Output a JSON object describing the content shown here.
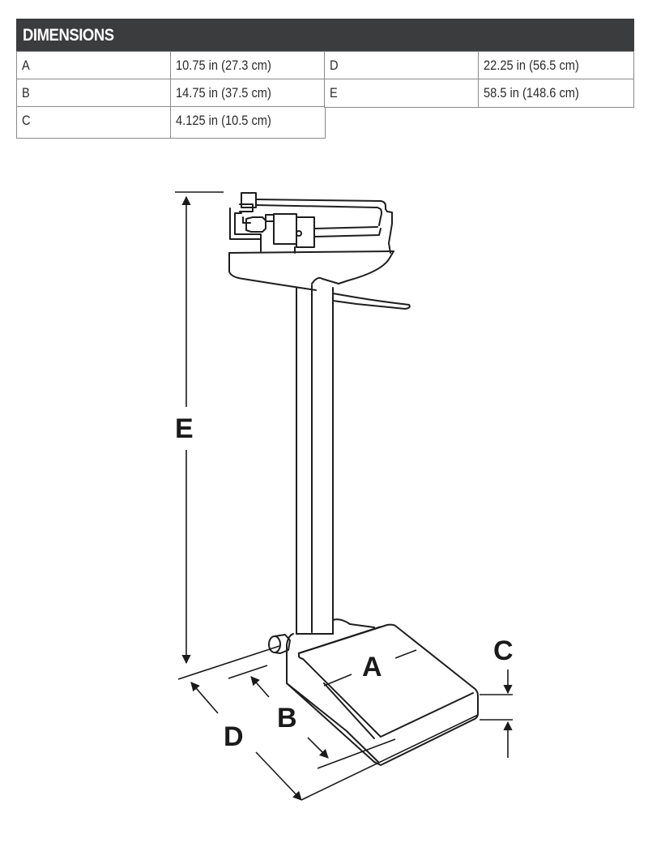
{
  "dimensions_table": {
    "title": "DIMENSIONS",
    "rows_left": [
      {
        "label": "A",
        "value": "10.75 in (27.3 cm)"
      },
      {
        "label": "B",
        "value": "14.75 in (37.5 cm)"
      },
      {
        "label": "C",
        "value": "4.125 in (10.5 cm)"
      }
    ],
    "rows_right": [
      {
        "label": "D",
        "value": "22.25 in (56.5 cm)"
      },
      {
        "label": "E",
        "value": "58.5 in (148.6 cm)"
      }
    ],
    "header_color": "#3b3c3e",
    "border_color": "#8a8a8a"
  },
  "diagram": {
    "subject": "beam scale with height rod",
    "labels": {
      "A": "A",
      "B": "B",
      "C": "C",
      "D": "D",
      "E": "E"
    }
  }
}
